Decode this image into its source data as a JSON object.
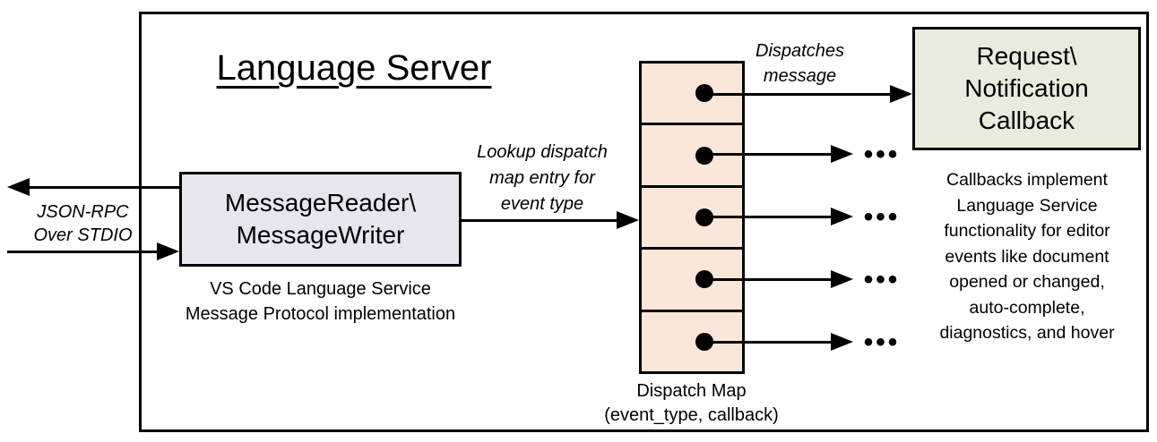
{
  "title": "Language Server",
  "stdio": {
    "line1": "JSON-RPC",
    "line2": "Over STDIO"
  },
  "reader_box": {
    "line1": "MessageReader\\",
    "line2": "MessageWriter"
  },
  "reader_caption": {
    "line1": "VS Code Language Service",
    "line2": "Message Protocol implementation"
  },
  "lookup_label": {
    "line1": "Lookup dispatch",
    "line2": "map entry for",
    "line3": "event type"
  },
  "dispatches_label": {
    "line1": "Dispatches",
    "line2": "message"
  },
  "callback_box": {
    "line1": "Request\\",
    "line2": "Notification",
    "line3": "Callback"
  },
  "callbacks_note": {
    "line1": "Callbacks implement",
    "line2": "Language Service",
    "line3": "functionality for editor",
    "line4": "events like document",
    "line5": "opened or changed,",
    "line6": "auto-complete,",
    "line7": "diagnostics, and hover"
  },
  "dispatch_map": {
    "caption_line1": "Dispatch Map",
    "caption_line2": "(event_type, callback)",
    "entry_count": 5,
    "ellipsis": "•••"
  },
  "colors": {
    "reader_fill": "#E8E5EF",
    "callback_fill": "#E6EDDC",
    "map_fill": "#FBE7D9",
    "line": "#000000",
    "background": "#FFFFFF"
  }
}
